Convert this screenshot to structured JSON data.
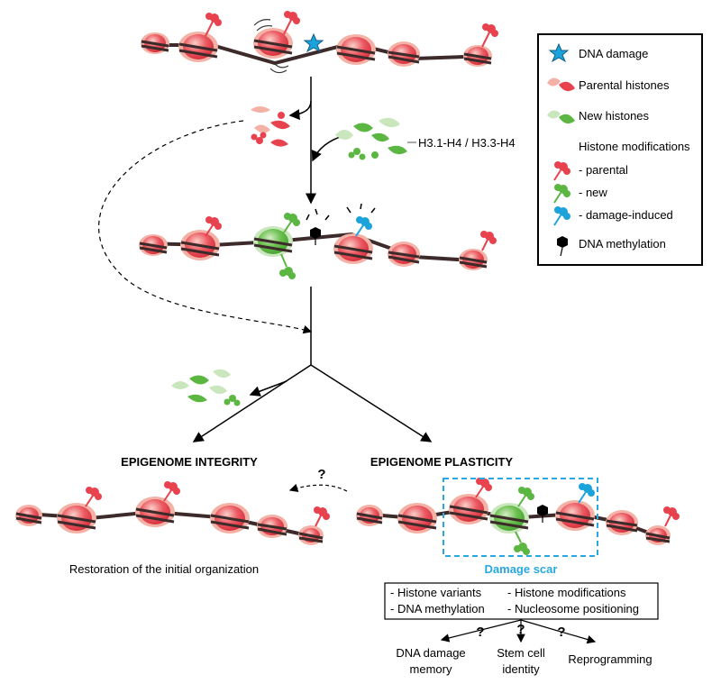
{
  "legend": {
    "dna_damage": "DNA damage",
    "parental_histones": "Parental histones",
    "new_histones": "New histones",
    "histone_modifications": "Histone modifications",
    "parental": "- parental",
    "new": "- new",
    "damage_induced": "- damage-induced",
    "dna_methylation": "DNA methylation"
  },
  "histone_variant_label": "H3.1-H4 / H3.3-H4",
  "integrity": {
    "title": "EPIGENOME INTEGRITY",
    "caption": "Restoration of the initial organization"
  },
  "plasticity": {
    "title": "EPIGENOME PLASTICITY",
    "scar_label": "Damage scar"
  },
  "question_mark": "?",
  "features": {
    "histone_variants": "- Histone variants",
    "dna_methylation": "- DNA methylation",
    "histone_modifications": "- Histone modifications",
    "nucleosome_positioning": "- Nucleosome positioning"
  },
  "outcomes": {
    "memory_line1": "DNA damage",
    "memory_line2": "memory",
    "stem_line1": "Stem cell",
    "stem_line2": "identity",
    "reprogramming": "Reprogramming"
  },
  "colors": {
    "parental": "#e8424f",
    "parental_light": "#f4b1a6",
    "new": "#5bb642",
    "new_light": "#c9e6bd",
    "damage": "#1ca3dc",
    "dna": "#3d2b2b",
    "scar_box": "#29a8e0"
  }
}
